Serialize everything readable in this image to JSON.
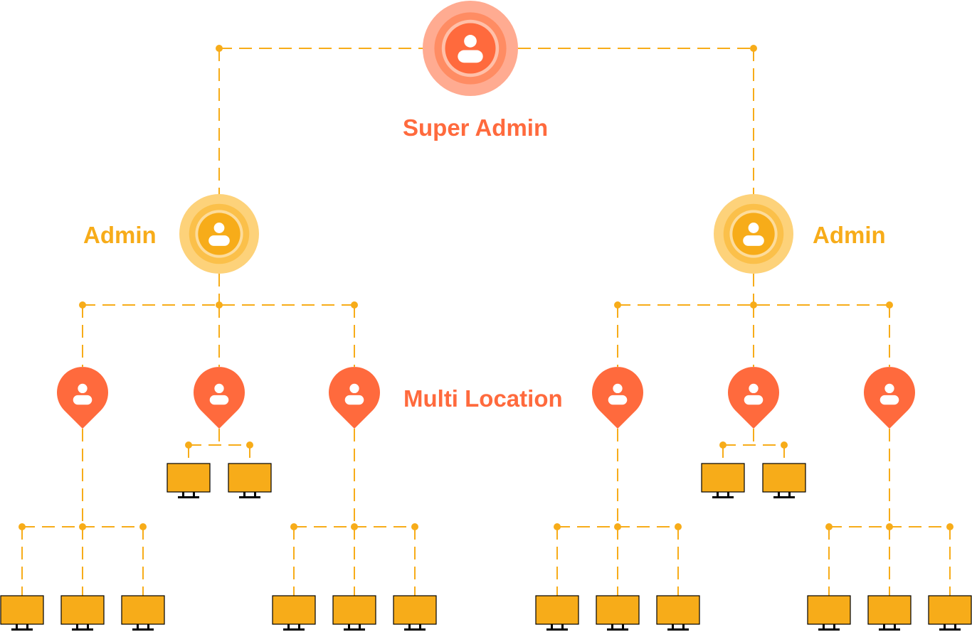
{
  "labels": {
    "super_admin": "Super Admin",
    "admin_left": "Admin",
    "admin_right": "Admin",
    "multi_location": "Multi Location"
  },
  "colors": {
    "orange": "#ff6a3d",
    "yellow": "#f7ac19",
    "super_halo_outer": "#ffab91",
    "super_halo_mid": "#ff8c63",
    "admin_halo_outer": "#fdd27a",
    "admin_halo_mid": "#fbc04a",
    "icon_white": "#ffffff",
    "monitor_outline": "#000000"
  },
  "icons": {
    "super_admin": "user-circle-icon",
    "admin": "user-circle-icon",
    "location": "location-pin-user-icon",
    "computer": "monitor-icon"
  },
  "hierarchy": {
    "super_admins": 1,
    "admins": 2,
    "locations_per_admin": 3,
    "computers_per_location": [
      3,
      2,
      3,
      3,
      2,
      3
    ]
  }
}
